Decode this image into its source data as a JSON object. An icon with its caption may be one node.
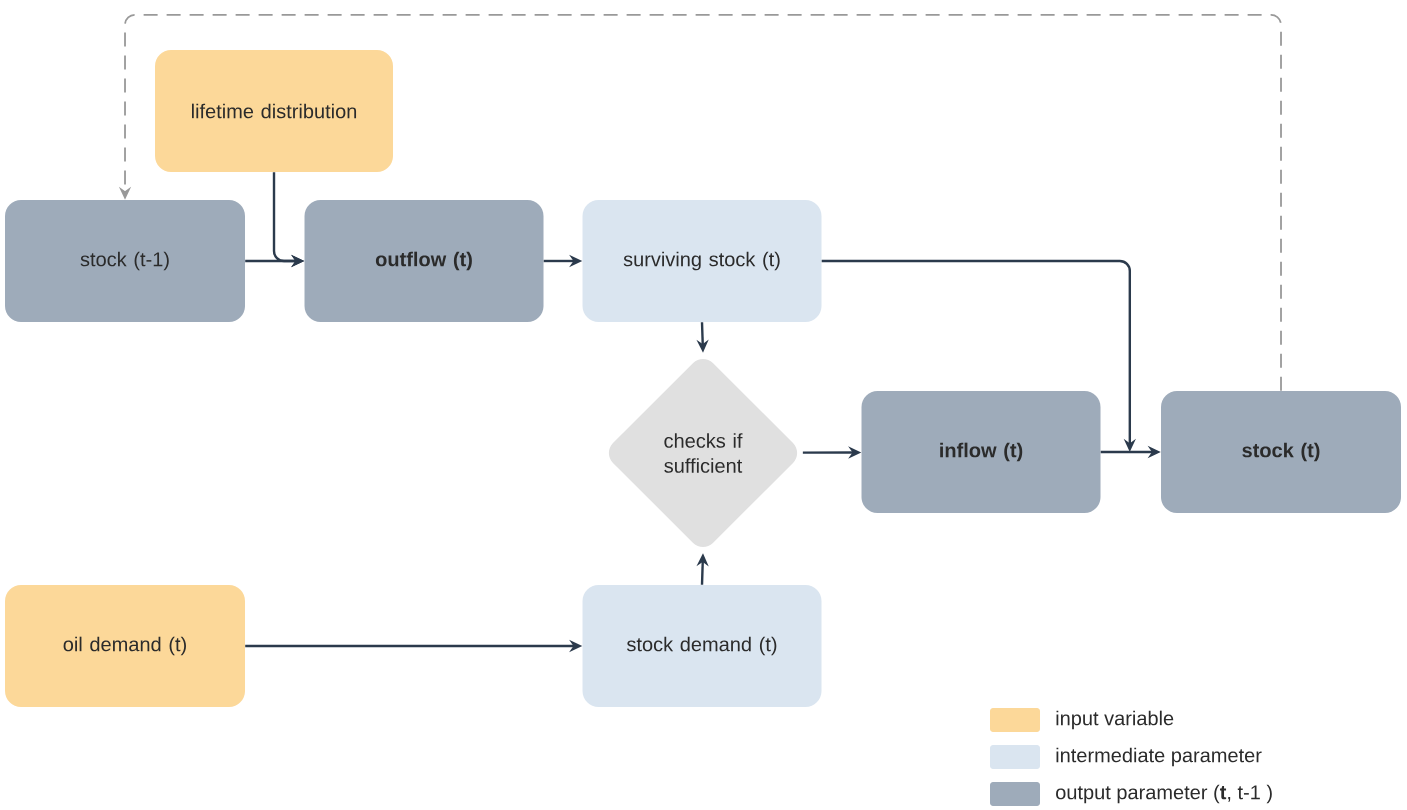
{
  "diagram": {
    "nodes": [
      {
        "text": [
          "lifetime distribution"
        ]
      },
      {
        "text": [
          "stock (t-1)"
        ]
      },
      {
        "text": [
          "outflow (t)"
        ]
      },
      {
        "text": [
          "surviving stock (t)"
        ]
      },
      {
        "text": [
          "checks if sufficient"
        ]
      },
      {
        "text": [
          "inflow (t)"
        ]
      },
      {
        "text": [
          "stock (t)"
        ]
      },
      {
        "text": [
          "oil demand (t)"
        ]
      },
      {
        "text": [
          "stock demand (t)"
        ]
      }
    ],
    "edges": [
      {
        "from": 1,
        "to": 2,
        "arrow": "to"
      },
      {
        "from": 0,
        "to": 2,
        "arrow": "to"
      },
      {
        "from": 2,
        "to": 3,
        "arrow": "to"
      },
      {
        "from": 3,
        "to": 4,
        "arrow": "to"
      },
      {
        "from": 3,
        "to": 6,
        "arrow": "to"
      },
      {
        "from": 4,
        "to": 5,
        "arrow": "to"
      },
      {
        "from": 5,
        "to": 6,
        "arrow": "to"
      },
      {
        "from": 7,
        "to": 8,
        "arrow": "to"
      },
      {
        "from": 8,
        "to": 4,
        "arrow": "to"
      },
      {
        "from": 6,
        "to": 1,
        "arrow": "to",
        "style": "dashed",
        "color": "#999999"
      }
    ],
    "legend": [
      {
        "text": "input variable",
        "color": "#fcd899"
      },
      {
        "text": "intermediate parameter",
        "color": "#dae5f0"
      },
      {
        "text": "output parameter (**t**, t-1 )",
        "color": "#9eabba"
      }
    ]
  }
}
